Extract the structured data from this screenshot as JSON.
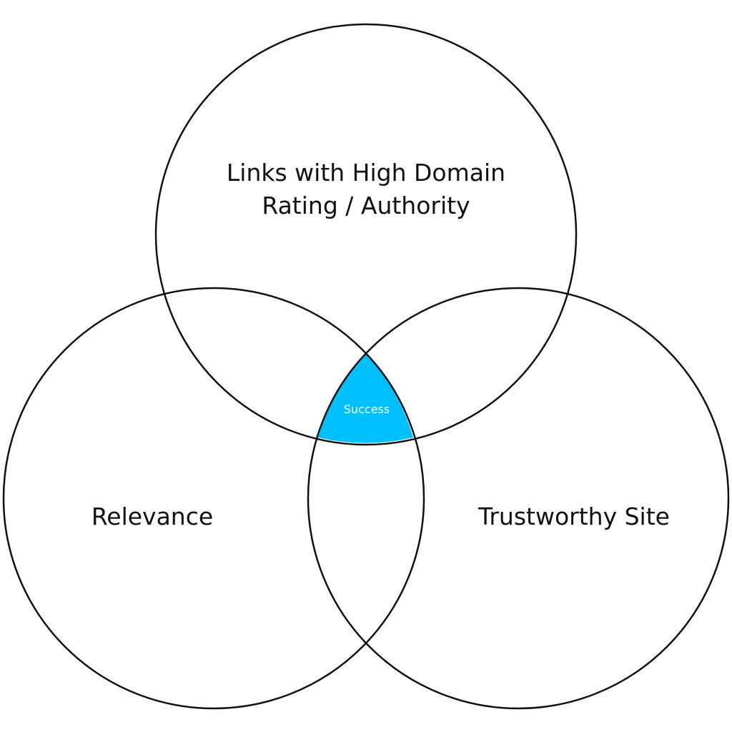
{
  "diagram": {
    "type": "venn-3",
    "sets": [
      {
        "id": "top",
        "label_lines": [
          "Links with High Domain",
          "Rating / Authority"
        ]
      },
      {
        "id": "left",
        "label_lines": [
          "Relevance"
        ]
      },
      {
        "id": "right",
        "label_lines": [
          "Trustworthy Site"
        ]
      }
    ],
    "intersection": {
      "label": "Success",
      "fill_color": "#00BFFF"
    },
    "stroke_color": "#111111",
    "background_color": "#FFFFFF"
  }
}
